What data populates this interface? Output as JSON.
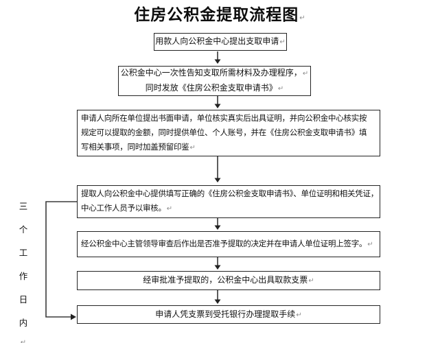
{
  "marks": {
    "return": "↵"
  },
  "title": "住房公积金提取流程图",
  "side_label": {
    "text": "三个工作日内",
    "chars": [
      "三",
      "个",
      "工",
      "作",
      "日",
      "内"
    ]
  },
  "steps": [
    {
      "lines": [
        "用款人向公积金中心提出支取申请"
      ]
    },
    {
      "lines": [
        "公积金中心一次性告知支取所需材料及办理程序，",
        "同时发放《住房公积金支取申请书》"
      ]
    },
    {
      "lines": [
        "申请人向所在单位提出书面申请，单位核实真实后出具证明，并向公积金中心核实按",
        "规定可以提取的金额，同时提供单位、个人账号，并在《住房公积金支取申请书》填",
        "写相关事项，同时加盖预留印鉴"
      ]
    },
    {
      "lines": [
        "提取人向公积金中心提供填写正确的《住房公积金支取申请书》、单位证明和相关凭证，",
        "中心工作人员予以审核。"
      ]
    },
    {
      "lines": [
        "经公积金中心主管领导审查后作出是否准予提取的决定并在申请人单位证明上签字。"
      ]
    },
    {
      "lines": [
        "经审批准予提取的，公积金中心出具取款支票"
      ]
    },
    {
      "lines": [
        "申请人凭支票到受托银行办理提取手续"
      ]
    }
  ]
}
